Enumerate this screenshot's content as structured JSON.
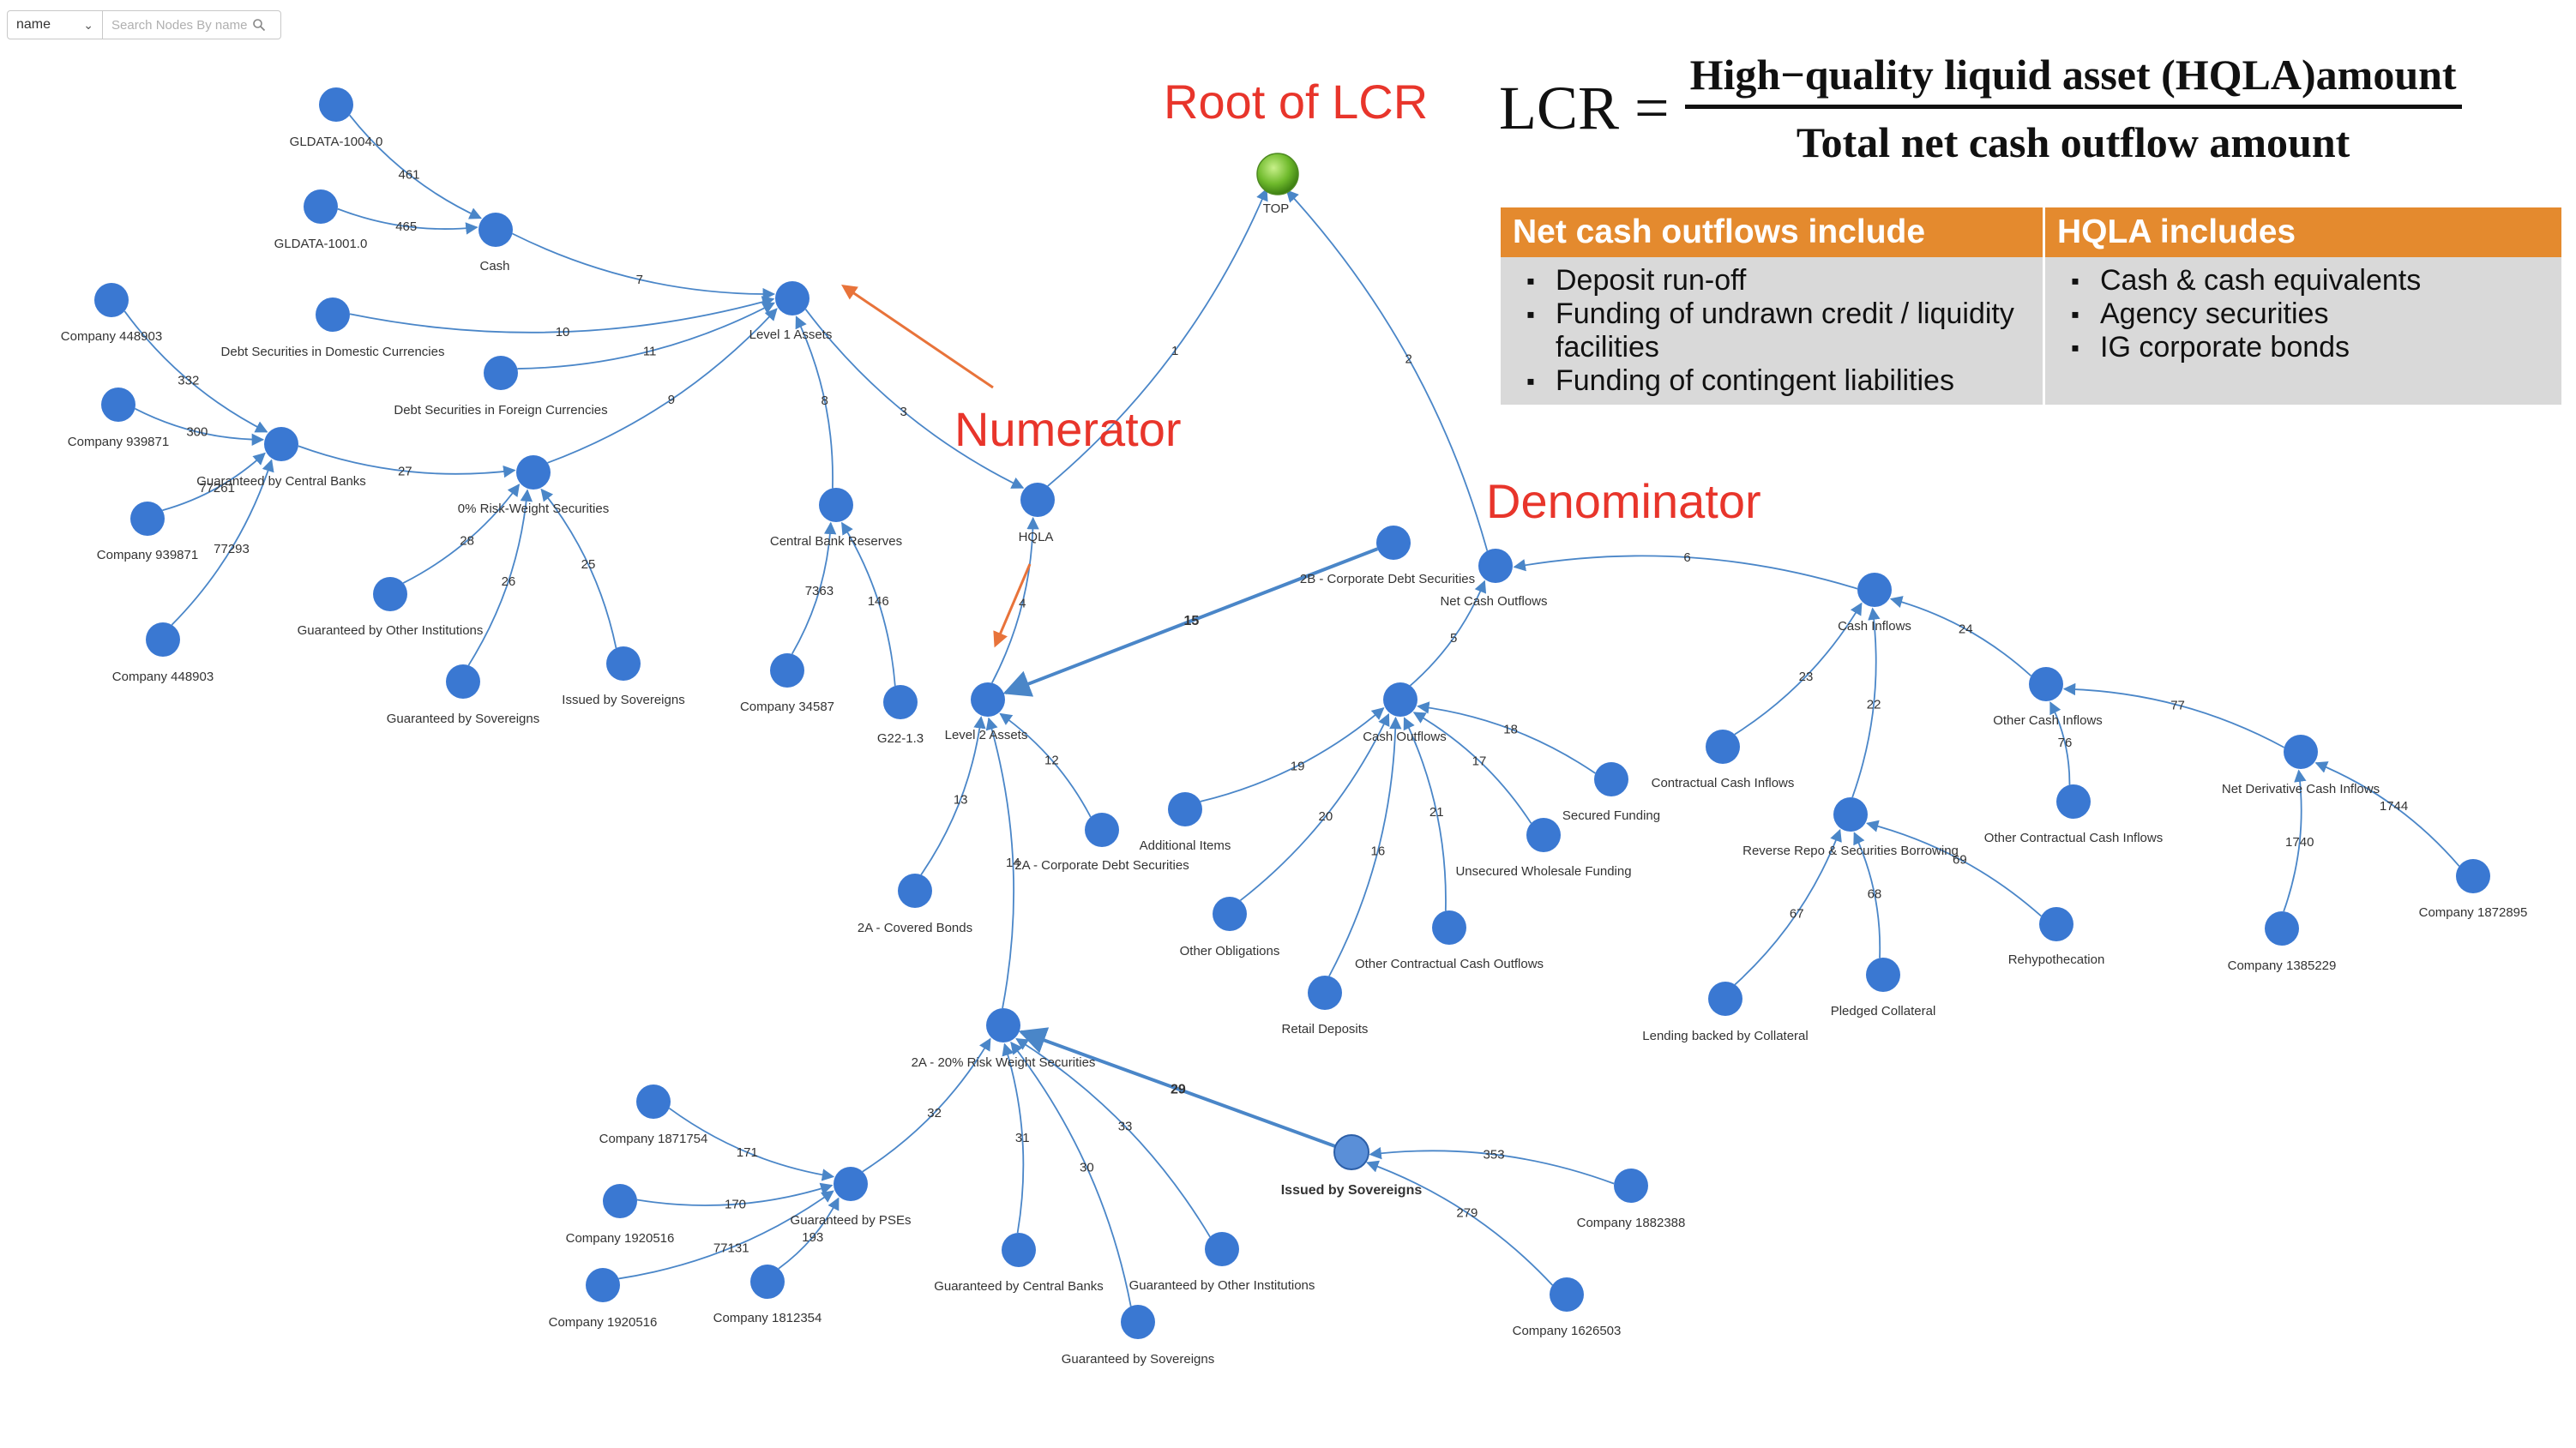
{
  "toolbar": {
    "field_select": "name",
    "search_placeholder": "Search Nodes By name"
  },
  "callouts": {
    "root": "Root of LCR",
    "numerator": "Numerator",
    "denominator": "Denominator"
  },
  "formula": {
    "lhs": "LCR =",
    "numerator": "High−quality liquid asset (HQLA)amount",
    "denominator": "Total net cash outflow amount"
  },
  "table": {
    "headers": [
      "Net cash outflows include",
      "HQLA includes"
    ],
    "left_items": [
      "Deposit run-off",
      "Funding of undrawn credit / liquidity facilities",
      "Funding of contingent liabilities"
    ],
    "right_items": [
      "Cash & cash equivalents",
      "Agency securities",
      "IG corporate bonds"
    ]
  },
  "colors": {
    "node": "#3a78d2",
    "edge": "#4a86c8",
    "root_node": "#6fba2c",
    "callout": "#e8352b",
    "arrow": "#e8733a",
    "table_header": "#e48a2e",
    "table_body": "#d9d9d9"
  },
  "graph": {
    "nodes": [
      {
        "id": "top",
        "label": "TOP"
      },
      {
        "id": "hqla",
        "label": "HQLA"
      },
      {
        "id": "l1",
        "label": "Level 1 Assets"
      },
      {
        "id": "l2",
        "label": "Level 2 Assets"
      },
      {
        "id": "nco",
        "label": "Net Cash Outflows"
      },
      {
        "id": "cash",
        "label": "Cash"
      },
      {
        "id": "gl1004",
        "label": "GLDATA-1004.0"
      },
      {
        "id": "gl1001",
        "label": "GLDATA-1001.0"
      },
      {
        "id": "dsdom",
        "label": "Debt Securities in Domestic Currencies"
      },
      {
        "id": "dsfor",
        "label": "Debt Securities in Foreign Currencies"
      },
      {
        "id": "gcb",
        "label": "Guaranteed by Central Banks"
      },
      {
        "id": "rw0",
        "label": "0% Risk-Weight Securities"
      },
      {
        "id": "c448903a",
        "label": "Company 448903"
      },
      {
        "id": "c939871a",
        "label": "Company 939871"
      },
      {
        "id": "c939871b",
        "label": "Company 939871"
      },
      {
        "id": "c448903b",
        "label": "Company 448903"
      },
      {
        "id": "goi1",
        "label": "Guaranteed by Other Institutions"
      },
      {
        "id": "gsov1",
        "label": "Guaranteed by Sovereigns"
      },
      {
        "id": "isov1",
        "label": "Issued by Sovereigns"
      },
      {
        "id": "cbr",
        "label": "Central Bank Reserves"
      },
      {
        "id": "c34587",
        "label": "Company 34587"
      },
      {
        "id": "g22",
        "label": "G22-1.3"
      },
      {
        "id": "cd2b",
        "label": "2B - Corporate Debt Securities"
      },
      {
        "id": "cd2a",
        "label": "2A - Corporate Debt Securities"
      },
      {
        "id": "cov2a",
        "label": "2A - Covered Bonds"
      },
      {
        "id": "rw20",
        "label": "2A - 20% Risk Weight Securities"
      },
      {
        "id": "gpse",
        "label": "Guaranteed by PSEs"
      },
      {
        "id": "c1871754",
        "label": "Company 1871754"
      },
      {
        "id": "c1920516a",
        "label": "Company 1920516"
      },
      {
        "id": "c1920516b",
        "label": "Company 1920516"
      },
      {
        "id": "c1812354",
        "label": "Company 1812354"
      },
      {
        "id": "gcb2",
        "label": "Guaranteed by Central Banks"
      },
      {
        "id": "gsov2",
        "label": "Guaranteed by Sovereigns"
      },
      {
        "id": "goi2",
        "label": "Guaranteed by Other Institutions"
      },
      {
        "id": "isov2",
        "label": "Issued by Sovereigns"
      },
      {
        "id": "c1882388",
        "label": "Company 1882388"
      },
      {
        "id": "c1626503",
        "label": "Company 1626503"
      },
      {
        "id": "couts",
        "label": "Cash Outflows"
      },
      {
        "id": "addl",
        "label": "Additional Items"
      },
      {
        "id": "oobl",
        "label": "Other Obligations"
      },
      {
        "id": "retail",
        "label": "Retail Deposits"
      },
      {
        "id": "occo",
        "label": "Other Contractual Cash Outflows"
      },
      {
        "id": "uwf",
        "label": "Unsecured Wholesale Funding"
      },
      {
        "id": "secf",
        "label": "Secured Funding"
      },
      {
        "id": "cinfl",
        "label": "Cash Inflows"
      },
      {
        "id": "cci",
        "label": "Contractual Cash Inflows"
      },
      {
        "id": "rrepo",
        "label": "Reverse Repo & Securities Borrowing"
      },
      {
        "id": "lbc",
        "label": "Lending backed by Collateral"
      },
      {
        "id": "pcoll",
        "label": "Pledged Collateral"
      },
      {
        "id": "rehyp",
        "label": "Rehypothecation"
      },
      {
        "id": "oci",
        "label": "Other Cash Inflows"
      },
      {
        "id": "occi",
        "label": "Other Contractual Cash Inflows"
      },
      {
        "id": "ndci",
        "label": "Net Derivative Cash Inflows"
      },
      {
        "id": "c1385229",
        "label": "Company 1385229"
      },
      {
        "id": "c1872895",
        "label": "Company 1872895"
      }
    ],
    "edges": [
      {
        "from": "hqla",
        "to": "top",
        "label": "1"
      },
      {
        "from": "nco",
        "to": "top",
        "label": "2"
      },
      {
        "from": "l1",
        "to": "hqla",
        "label": "3"
      },
      {
        "from": "l2",
        "to": "hqla",
        "label": "4"
      },
      {
        "from": "couts",
        "to": "nco",
        "label": "5"
      },
      {
        "from": "cinfl",
        "to": "nco",
        "label": "6"
      },
      {
        "from": "cash",
        "to": "l1",
        "label": "7"
      },
      {
        "from": "cbr",
        "to": "l1",
        "label": "8"
      },
      {
        "from": "rw0",
        "to": "l1",
        "label": "9"
      },
      {
        "from": "dsdom",
        "to": "l1",
        "label": "10"
      },
      {
        "from": "dsfor",
        "to": "l1",
        "label": "11"
      },
      {
        "from": "cd2a",
        "to": "l2",
        "label": "12"
      },
      {
        "from": "cov2a",
        "to": "l2",
        "label": "13"
      },
      {
        "from": "rw20",
        "to": "l2",
        "label": "14"
      },
      {
        "from": "cd2b",
        "to": "l2",
        "label": "15"
      },
      {
        "from": "oobl",
        "to": "couts",
        "label": "20"
      },
      {
        "from": "retail",
        "to": "couts",
        "label": "16"
      },
      {
        "from": "uwf",
        "to": "couts",
        "label": "17"
      },
      {
        "from": "secf",
        "to": "couts",
        "label": "18"
      },
      {
        "from": "addl",
        "to": "couts",
        "label": "19"
      },
      {
        "from": "occo",
        "to": "couts",
        "label": "21"
      },
      {
        "from": "rrepo",
        "to": "cinfl",
        "label": "22"
      },
      {
        "from": "cci",
        "to": "cinfl",
        "label": "23"
      },
      {
        "from": "oci",
        "to": "cinfl",
        "label": "24"
      },
      {
        "from": "goi1",
        "to": "rw0",
        "label": "28"
      },
      {
        "from": "gsov1",
        "to": "rw0",
        "label": "26"
      },
      {
        "from": "isov1",
        "to": "rw0",
        "label": "25"
      },
      {
        "from": "gcb",
        "to": "rw0",
        "label": "27"
      },
      {
        "from": "isov2",
        "to": "rw20",
        "label": "29"
      },
      {
        "from": "gsov2",
        "to": "rw20",
        "label": "30"
      },
      {
        "from": "gcb2",
        "to": "rw20",
        "label": "31"
      },
      {
        "from": "gpse",
        "to": "rw20",
        "label": "32"
      },
      {
        "from": "goi2",
        "to": "rw20",
        "label": "33"
      },
      {
        "from": "lbc",
        "to": "rrepo",
        "label": "67"
      },
      {
        "from": "pcoll",
        "to": "rrepo",
        "label": "68"
      },
      {
        "from": "rehyp",
        "to": "rrepo",
        "label": "69"
      },
      {
        "from": "occi",
        "to": "oci",
        "label": "76"
      },
      {
        "from": "ndci",
        "to": "oci",
        "label": "77"
      },
      {
        "from": "c34587",
        "to": "cbr",
        "label": "7363"
      },
      {
        "from": "g22",
        "to": "cbr",
        "label": "146"
      },
      {
        "from": "c448903a",
        "to": "gcb",
        "label": "332"
      },
      {
        "from": "c939871a",
        "to": "gcb",
        "label": "300"
      },
      {
        "from": "c939871b",
        "to": "gcb",
        "label": "77261"
      },
      {
        "from": "c448903b",
        "to": "gcb",
        "label": "77293"
      },
      {
        "from": "gl1004",
        "to": "cash",
        "label": "461"
      },
      {
        "from": "gl1001",
        "to": "cash",
        "label": "465"
      },
      {
        "from": "c1871754",
        "to": "gpse",
        "label": "171"
      },
      {
        "from": "c1920516a",
        "to": "gpse",
        "label": "170"
      },
      {
        "from": "c1920516b",
        "to": "gpse",
        "label": "77131"
      },
      {
        "from": "c1812354",
        "to": "gpse",
        "label": "193"
      },
      {
        "from": "c1882388",
        "to": "isov2",
        "label": "353"
      },
      {
        "from": "c1626503",
        "to": "isov2",
        "label": "279"
      },
      {
        "from": "c1385229",
        "to": "ndci",
        "label": "1740"
      },
      {
        "from": "c1872895",
        "to": "ndci",
        "label": "1744"
      }
    ]
  }
}
